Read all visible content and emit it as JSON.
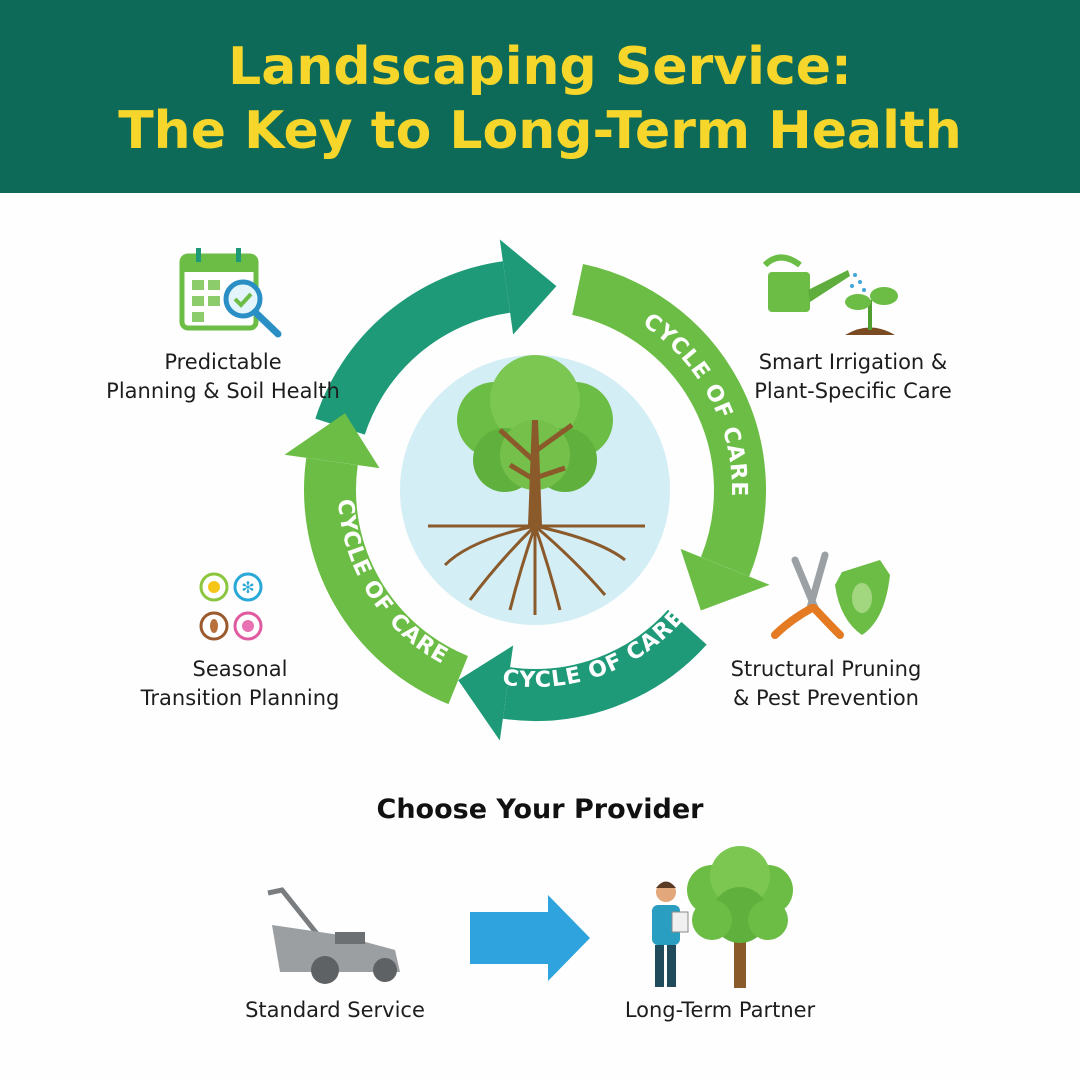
{
  "header": {
    "title_line1": "Landscaping Service:",
    "title_line2": "The Key to Long-Term Health"
  },
  "cycle": {
    "arrow_text": "CYCLE OF CARE",
    "colors": {
      "teal": "#1e9a78",
      "green": "#6cbd45",
      "center": "#d4eef5"
    }
  },
  "steps": [
    {
      "icon": "calendar-check-icon",
      "line1": "Predictable",
      "line2": "Planning & Soil Health"
    },
    {
      "icon": "watering-can-icon",
      "line1": "Smart Irrigation &",
      "line2": "Plant-Specific Care"
    },
    {
      "icon": "pruning-shears-shield-icon",
      "line1": "Structural Pruning",
      "line2": "& Pest Prevention"
    },
    {
      "icon": "seasons-icon",
      "line1": "Seasonal",
      "line2": "Transition Planning"
    }
  ],
  "provider": {
    "heading": "Choose Your Provider",
    "from_label": "Standard Service",
    "to_label": "Long-Term Partner",
    "arrow_color": "#2ea3de"
  }
}
